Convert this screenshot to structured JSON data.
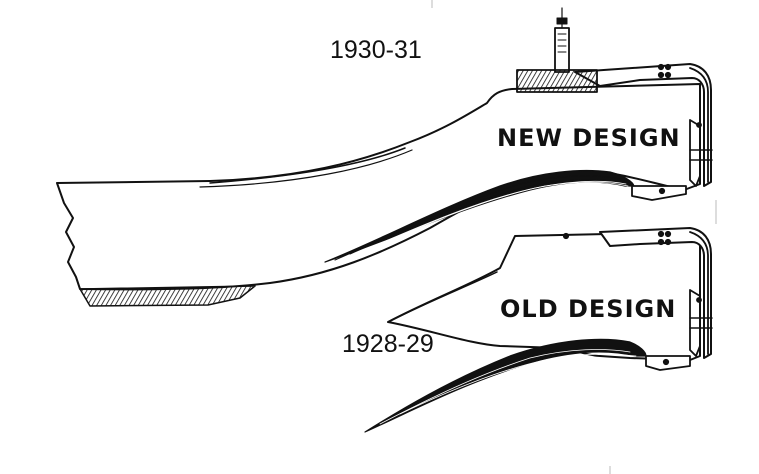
{
  "labels": {
    "year_new": "1930-31",
    "year_old": "1928-29",
    "design_new": "NEW DESIGN",
    "design_old": "OLD DESIGN"
  },
  "colors": {
    "ink": "#111111",
    "paper": "#ffffff"
  }
}
